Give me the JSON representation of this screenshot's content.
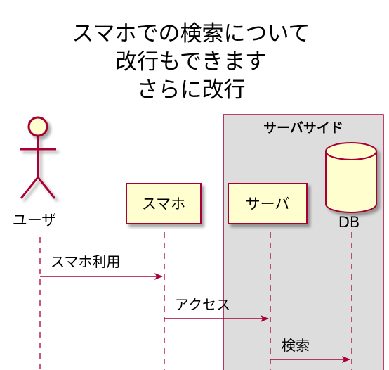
{
  "title": {
    "line1": "スマホでの検索について",
    "line2": "改行もできます",
    "line3": "さらに改行"
  },
  "group": {
    "title": "サーバサイド"
  },
  "participants": {
    "user": {
      "label": "ユーザ",
      "kind": "actor"
    },
    "phone": {
      "label": "スマホ",
      "kind": "participant"
    },
    "server": {
      "label": "サーバ",
      "kind": "participant"
    },
    "db": {
      "label": "DB",
      "kind": "database"
    }
  },
  "messages": [
    {
      "from": "user",
      "to": "phone",
      "label": "スマホ利用"
    },
    {
      "from": "phone",
      "to": "server",
      "label": "アクセス"
    },
    {
      "from": "server",
      "to": "db",
      "label": "検索"
    }
  ],
  "colors": {
    "border": "#A80036",
    "fill": "#FEFECE",
    "group_fill": "#DDDDDD"
  }
}
